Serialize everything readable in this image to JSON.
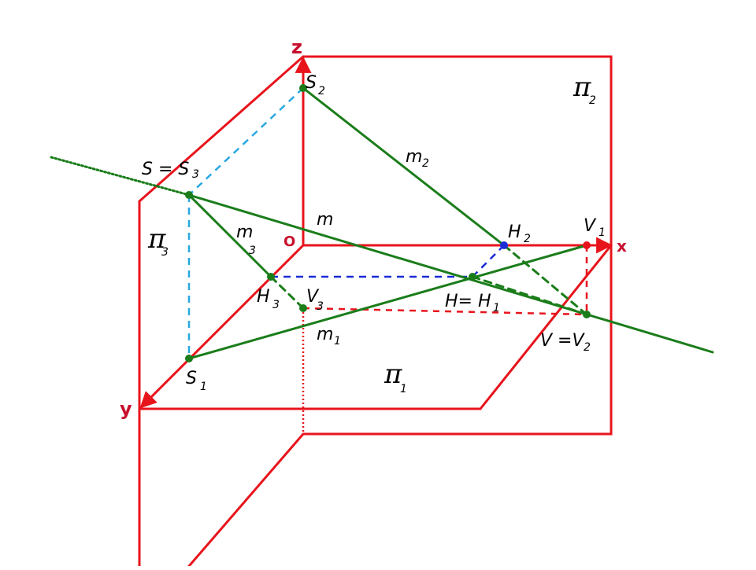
{
  "colors": {
    "frame": "#e8141c",
    "line": "#1a7d1a",
    "projection": "#29a8e0",
    "blue": "#1a2bd6",
    "point": "#1a7d1a"
  },
  "axes": {
    "x": "x",
    "y": "y",
    "z": "z",
    "origin": "O"
  },
  "planes": {
    "pi1": {
      "symbol": "π",
      "sub": "1"
    },
    "pi2": {
      "symbol": "π",
      "sub": "2"
    },
    "pi3": {
      "symbol": "π",
      "sub": "3"
    }
  },
  "labels": {
    "S2": {
      "main": "S",
      "sub": "2"
    },
    "S3": {
      "main": "S = S",
      "sub": "3"
    },
    "S1": {
      "main": "S",
      "sub": "1"
    },
    "m": {
      "main": "m",
      "sub": ""
    },
    "m1": {
      "main": "m",
      "sub": "1"
    },
    "m2": {
      "main": "m",
      "sub": "2"
    },
    "m3": {
      "main": "m",
      "sub": "3"
    },
    "H2": {
      "main": "H",
      "sub": "2"
    },
    "H3": {
      "main": "H",
      "sub": "3"
    },
    "H1": {
      "main": "H= H",
      "sub": "1"
    },
    "V1": {
      "main": "V",
      "sub": "1"
    },
    "V2": {
      "main": "V =V",
      "sub": "2"
    },
    "V3": {
      "main": "V",
      "sub": "3"
    }
  }
}
